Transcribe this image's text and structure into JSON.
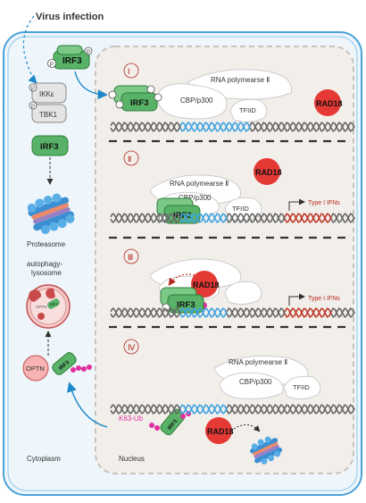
{
  "header": {
    "virus_infection": "Virus infection"
  },
  "cytoplasm": {
    "irf3_top": "IRF3",
    "p": "P",
    "ikk": "IKKε",
    "tbk1": "TBK1",
    "irf3_free": "IRF3",
    "proteasome": "Proteasome",
    "autophagy": "autophagy-",
    "lysosome": "lysosome",
    "optn_small": "OPTN",
    "irf3_small": "IRF3",
    "optn": "OPTN",
    "irf3_ub": "IRF3",
    "label": "Cytoplasm"
  },
  "nucleus": {
    "label": "Nucleus",
    "k63": "K63-Ub",
    "irf3_moving": "IRF3",
    "panels": [
      {
        "numeral": "Ⅰ",
        "rna_pol": "RNA polymearse Ⅱ",
        "cbp": "CBP/p300",
        "tfiid": "TFIID",
        "rad18": "RAD18",
        "irf3": "IRF3"
      },
      {
        "numeral": "Ⅱ",
        "rna_pol": "RNA polymearse Ⅱ",
        "cbp": "CBP/p300",
        "tfiid": "TFIID",
        "rad18": "RAD18",
        "irf3": "IRF3",
        "ifn": "Type I IFNs"
      },
      {
        "numeral": "Ⅲ",
        "rad18": "RAD18",
        "irf3": "IRF3",
        "ifn": "Type I IFNs"
      },
      {
        "numeral": "Ⅳ",
        "rna_pol": "RNA polymearse Ⅱ",
        "cbp": "CBP/p300",
        "tfiid": "TFIID",
        "rad18": "RAD18"
      }
    ]
  }
}
